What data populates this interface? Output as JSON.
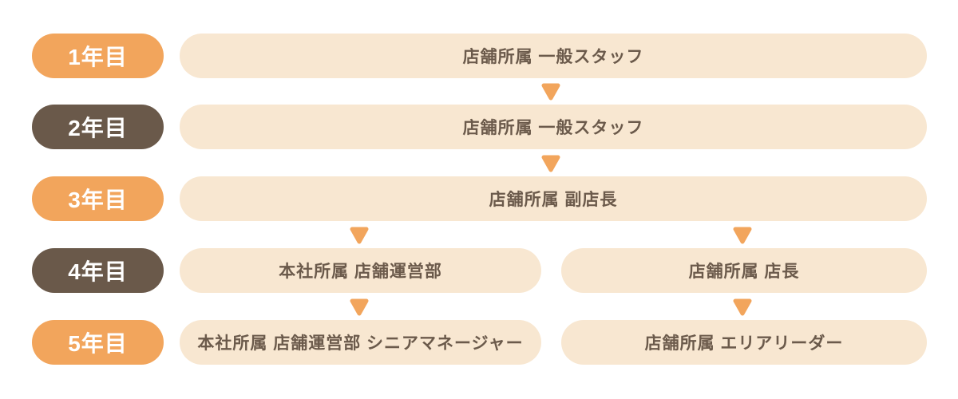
{
  "colors": {
    "background": "#FFFFFF",
    "pill_orange": "#F2A55C",
    "pill_brown": "#6A594A",
    "pill_text": "#FFFFFF",
    "bar_cream": "#F8E7D1",
    "bar_text": "#6B5A4B",
    "arrow_orange": "#F2A55C"
  },
  "diagram": {
    "type": "career-path-flow",
    "rows": [
      {
        "year": "1年目",
        "pill_color": "orange",
        "bars": [
          {
            "label": "店舗所属 一般スタッフ",
            "span": "full"
          }
        ]
      },
      {
        "year": "2年目",
        "pill_color": "brown",
        "bars": [
          {
            "label": "店舗所属 一般スタッフ",
            "span": "full"
          }
        ]
      },
      {
        "year": "3年目",
        "pill_color": "orange",
        "bars": [
          {
            "label": "店舗所属 副店長",
            "span": "full"
          }
        ]
      },
      {
        "year": "4年目",
        "pill_color": "brown",
        "bars": [
          {
            "label": "本社所属 店舗運営部",
            "span": "half-left"
          },
          {
            "label": "店舗所属 店長",
            "span": "half-right"
          }
        ]
      },
      {
        "year": "5年目",
        "pill_color": "orange",
        "bars": [
          {
            "label": "本社所属 店舗運営部 シニアマネージャー",
            "span": "half-left"
          },
          {
            "label": "店舗所属 エリアリーダー",
            "span": "half-right"
          }
        ]
      }
    ],
    "arrows": [
      {
        "icon": "down-arrow",
        "from_row": 1,
        "to_row": 2,
        "position": "center"
      },
      {
        "icon": "down-arrow",
        "from_row": 2,
        "to_row": 3,
        "position": "center"
      },
      {
        "icon": "down-arrow",
        "from_row": 3,
        "to_row": 4,
        "position": "left"
      },
      {
        "icon": "down-arrow",
        "from_row": 3,
        "to_row": 4,
        "position": "right"
      },
      {
        "icon": "down-arrow",
        "from_row": 4,
        "to_row": 5,
        "position": "left"
      },
      {
        "icon": "down-arrow",
        "from_row": 4,
        "to_row": 5,
        "position": "right"
      }
    ]
  }
}
